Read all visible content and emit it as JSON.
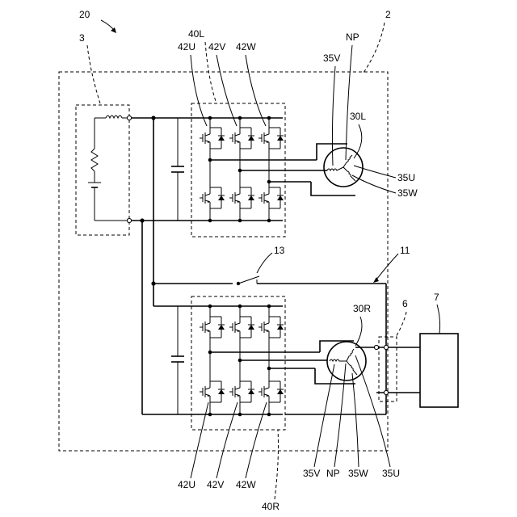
{
  "labels": {
    "system": "20",
    "housing": "2",
    "power_source": "3",
    "inverter_left": "40L",
    "inverter_right": "40R",
    "arm_u": "42U",
    "arm_v": "42V",
    "arm_w": "42W",
    "neutral_point": "NP",
    "coil_v": "35V",
    "coil_u": "35U",
    "coil_w": "35W",
    "motor_left": "30L",
    "motor_right": "30R",
    "switch": "13",
    "neutral_line": "11",
    "connector": "6",
    "external_device": "7"
  },
  "icons": {
    "arrow": "curved-arrow-icon",
    "igbt": "igbt-icon",
    "diode": "diode-icon",
    "inductor": "inductor-icon",
    "resistor": "resistor-icon",
    "capacitor": "capacitor-icon",
    "switch": "switch-icon"
  }
}
